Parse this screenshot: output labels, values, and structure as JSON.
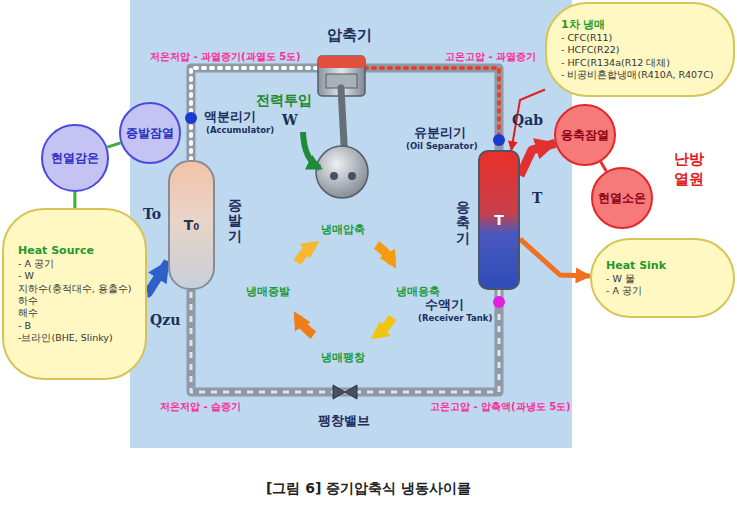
{
  "diagram": {
    "caption": "[그림 6] 증기압축식 냉동사이클",
    "nodes": [
      {
        "text": [
          "1차 냉매",
          "- CFC(R11)",
          "- HCFC(R22)",
          "- HFC(R134a(R12 대체)",
          "- 비공비혼합냉매(R410A, R407C)"
        ]
      },
      {
        "text": [
          "증발잠열"
        ]
      },
      {
        "text": [
          "응축잠열"
        ]
      },
      {
        "text": [
          "현열감온"
        ]
      },
      {
        "text": [
          "현열소온"
        ]
      },
      {
        "text": [
          "T₀",
          "증발기"
        ]
      },
      {
        "text": [
          "T",
          "응축기"
        ]
      },
      {
        "text": [
          "Heat Source",
          "- A 공기",
          "- W",
          "지하수(충적대수, 용출수)",
          "하수",
          "해수",
          "- B",
          "-브라인(BHE, Slinky)"
        ]
      },
      {
        "text": [
          "Heat Sink",
          "- W 물",
          "- A 공기"
        ]
      }
    ],
    "edges": [
      {
        "from": 0,
        "to": 6,
        "arrow": "to"
      },
      {
        "from": 3,
        "to": 1,
        "arrow": "none"
      },
      {
        "from": 7,
        "to": 3,
        "arrow": "none"
      },
      {
        "from": 7,
        "to": 5,
        "arrow": "to"
      },
      {
        "from": 6,
        "to": 2,
        "arrow": "to"
      },
      {
        "from": 2,
        "to": 4,
        "arrow": "none"
      },
      {
        "from": 6,
        "to": 8,
        "arrow": "to"
      }
    ],
    "labels": [
      "압축기",
      "저온저압 - 과열증기(과열도 5도)",
      "고온고압 - 과열증기",
      "전력투입",
      "W",
      "액분리기",
      "(Accumulator)",
      "유분리기",
      "(Oil Separator)",
      "To",
      "Qab",
      "T",
      "냉매압축",
      "냉매증발",
      "냉매응축",
      "Qzu",
      "수액기",
      "(Receiver Tank)",
      "냉매팽창",
      "저온저압 - 습증기",
      "고온고압 - 압축액(과냉도 5도)",
      "팽창밸브",
      "난방 열원"
    ]
  }
}
